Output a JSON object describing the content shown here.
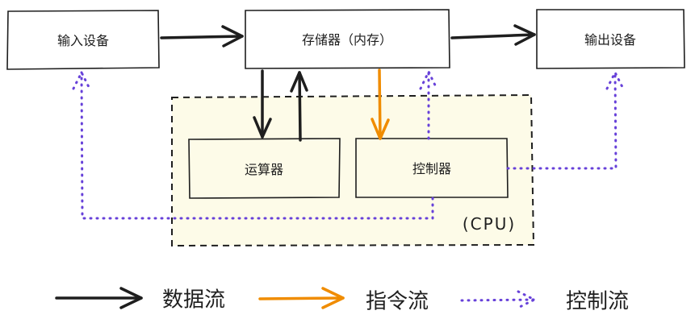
{
  "nodes": {
    "input_device": "输入设备",
    "memory": "存储器（内存）",
    "output_device": "输出设备",
    "alu": "运算器",
    "controller": "控制器",
    "cpu": "(CPU)"
  },
  "legend": {
    "data_flow": "数据流",
    "instruction_flow": "指令流",
    "control_flow": "控制流"
  },
  "colors": {
    "data_flow": "#1e1e1e",
    "instruction_flow": "#f08c00",
    "control_flow": "#6741d9",
    "cpu_fill": "#fdfbe8"
  }
}
